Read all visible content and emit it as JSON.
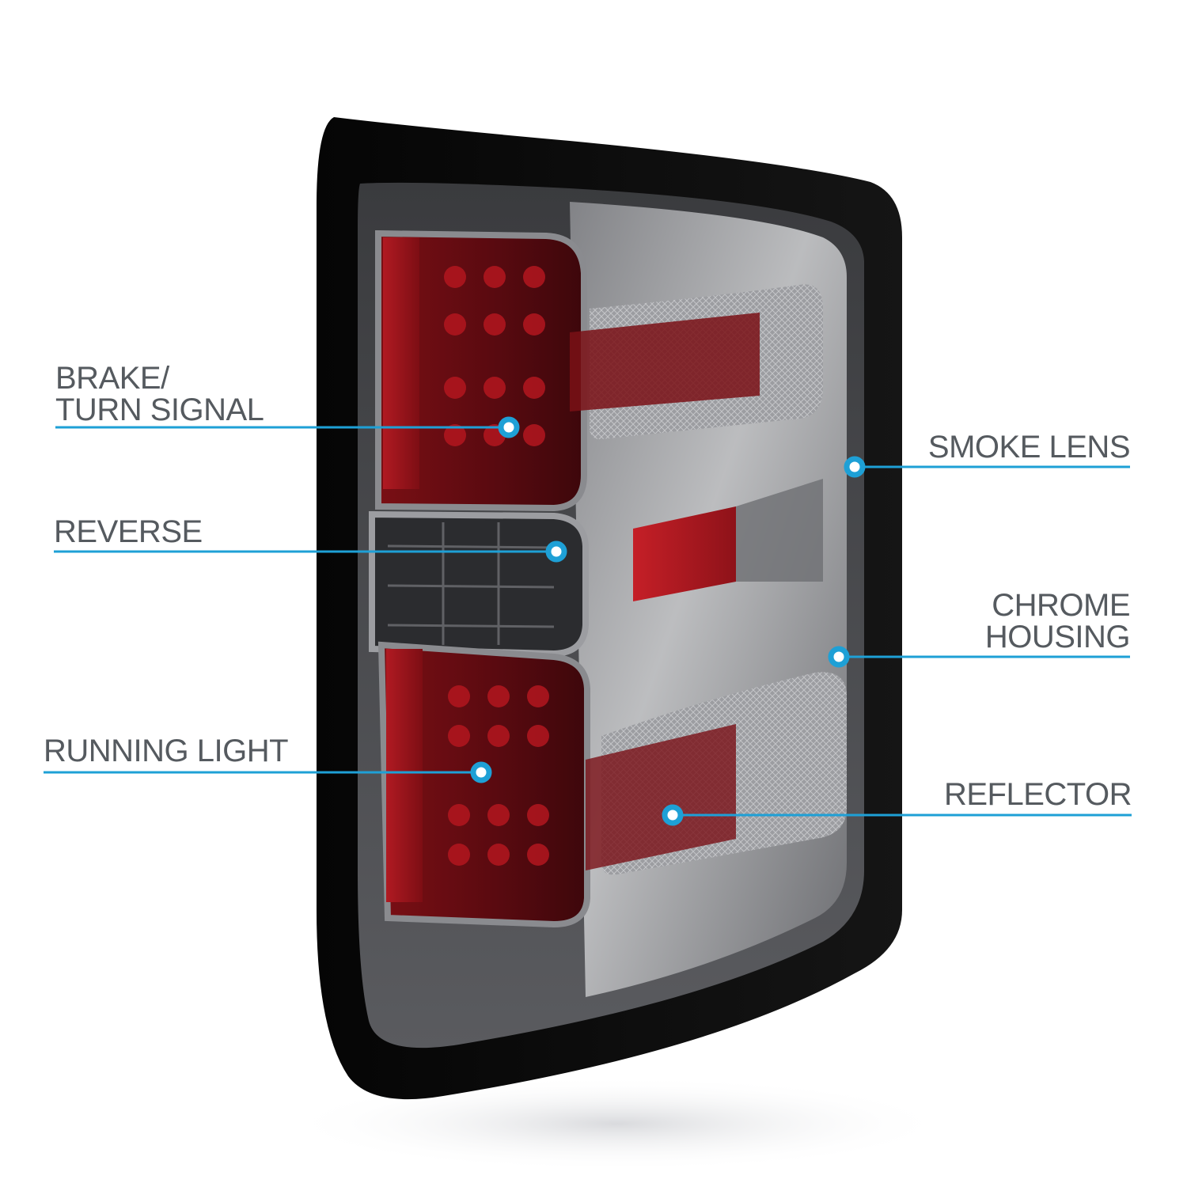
{
  "accent_color": "#1ea0d6",
  "text_color": "#555a5f",
  "product": {
    "name": "tail-light-assembly",
    "lens_tint": "smoke",
    "led_color": "red"
  },
  "callouts": {
    "brake_turn": {
      "line1": "BRAKE/",
      "line2": "TURN SIGNAL"
    },
    "reverse": {
      "label": "REVERSE"
    },
    "running_light": {
      "label": "RUNNING LIGHT"
    },
    "smoke_lens": {
      "label": "SMOKE LENS"
    },
    "chrome_housing": {
      "line1": "CHROME",
      "line2": "HOUSING"
    },
    "reflector": {
      "label": "REFLECTOR"
    }
  }
}
